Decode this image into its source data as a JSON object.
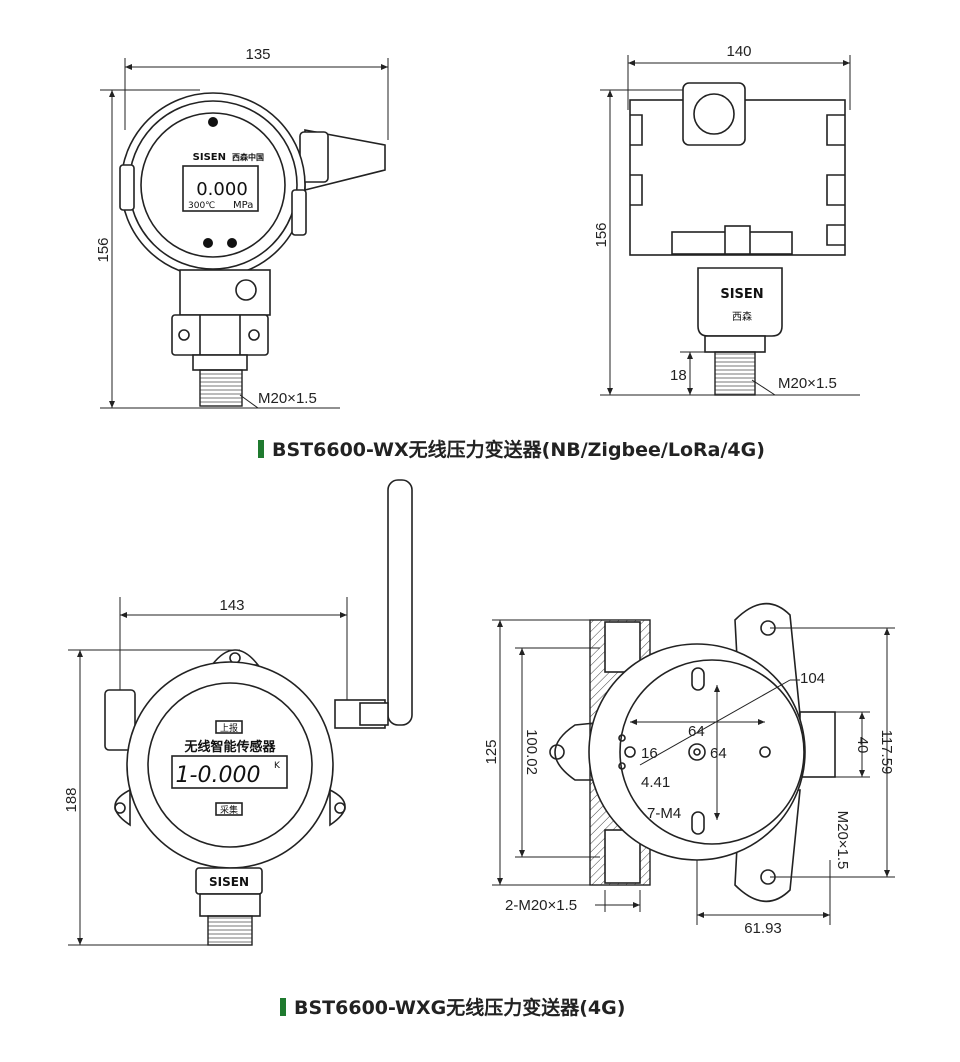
{
  "colors": {
    "accent": "#1f7a2f",
    "line": "#222222"
  },
  "top_left": {
    "width": "135",
    "height": "156",
    "thread": "M20×1.5",
    "brand": "SISEN",
    "brand_cn": "西森中国",
    "display_value": "0.000",
    "temperature": "300℃",
    "unit": "MPa"
  },
  "top_right": {
    "width": "140",
    "height": "156",
    "stem_length": "18",
    "thread": "M20×1.5",
    "brand": "SISEN",
    "brand_cn": "西森"
  },
  "title_1": "BST6600-WX无线压力变送器(NB/Zigbee/LoRa/4G)",
  "bottom_left": {
    "width": "143",
    "height": "188",
    "label_top": "上报",
    "caption": "无线智能传感器",
    "display_value": "1-0.000",
    "display_sup": "K",
    "label_bottom": "采集",
    "brand": "SISEN"
  },
  "bottom_right": {
    "height_outer": "125",
    "height_inner": "100.02",
    "dia": "104",
    "hole_span": "64",
    "offset": "16",
    "hole_span_v": "64",
    "small": "4.41",
    "screws": "7-M4",
    "port_gap": "40",
    "height_total": "117.59",
    "port_thread": "M20×1.5",
    "side_thread": "2-M20×1.5",
    "offset_h": "61.93"
  },
  "title_2": "BST6600-WXG无线压力变送器(4G)"
}
